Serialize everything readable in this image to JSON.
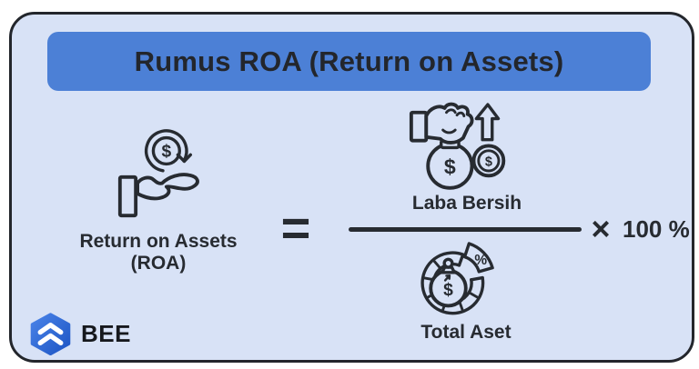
{
  "header": {
    "title": "Rumus ROA (Return on Assets)"
  },
  "formula": {
    "lhs_label_line1": "Return on Assets",
    "lhs_label_line2": "(ROA)",
    "equals": "=",
    "numerator_label": "Laba Bersih",
    "denominator_label": "Total Aset",
    "times": "×",
    "multiplier": "100 %"
  },
  "icons": {
    "lhs": "hand-receiving-coin-cycle-icon",
    "numerator": "hand-grabbing-money-bag-growth-icon",
    "denominator": "asset-donut-chart-money-bag-icon",
    "glyphs": {
      "dollar": "$",
      "percent": "%"
    }
  },
  "branding": {
    "logo_text": "BEE"
  },
  "colors": {
    "page_bg": "#ffffff",
    "card_bg": "#d8e2f6",
    "card_border": "#23262c",
    "banner_bg": "#4c80d6",
    "text_dark": "#272b31",
    "logo_blue_light": "#4a83e8",
    "logo_blue_dark": "#1d55c4"
  }
}
